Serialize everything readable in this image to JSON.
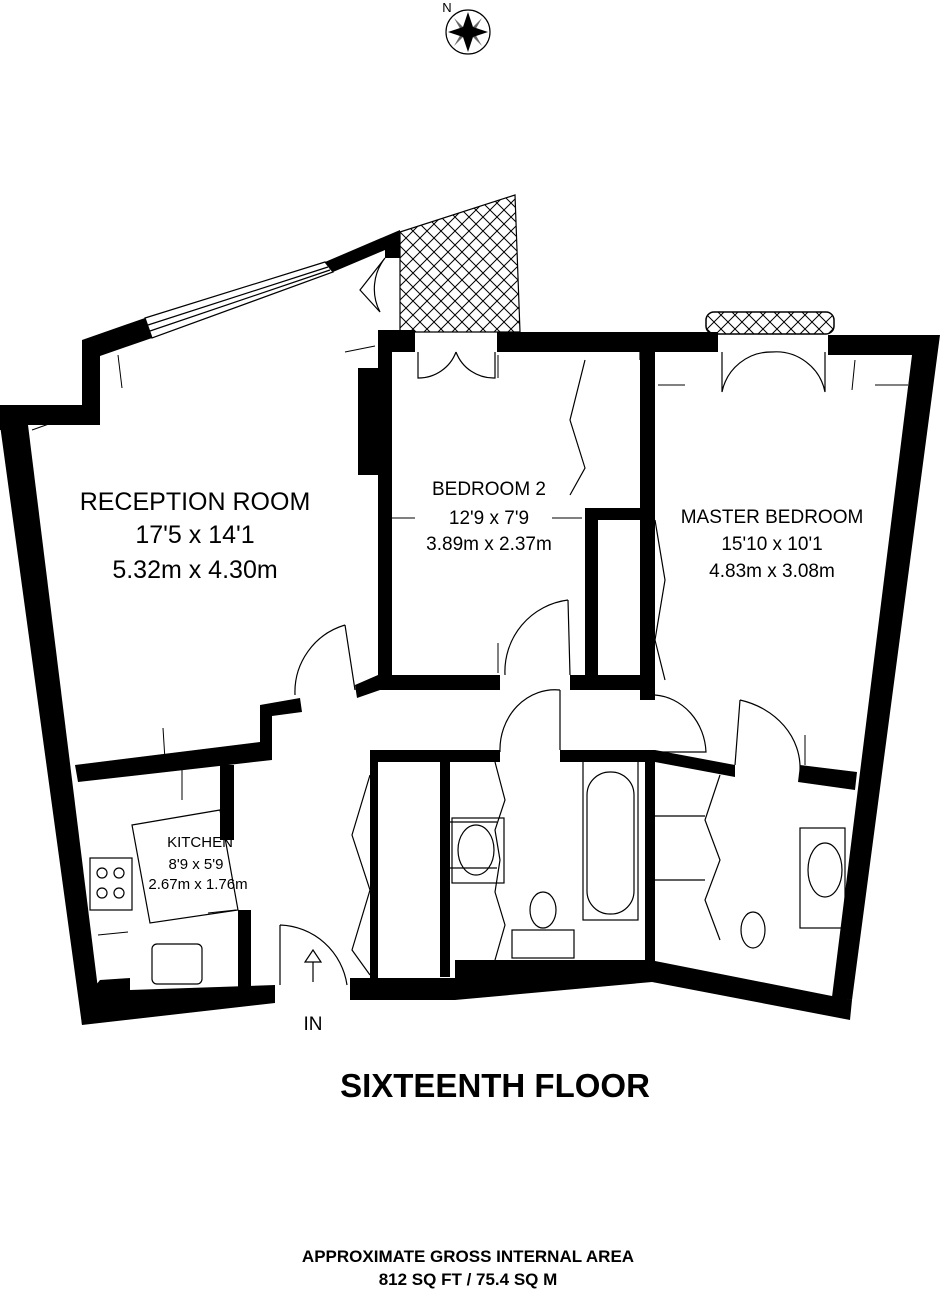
{
  "compass": {
    "north_label": "N"
  },
  "rooms": {
    "reception": {
      "name": "RECEPTION ROOM",
      "imperial": "17'5 x 14'1",
      "metric": "5.32m x 4.30m"
    },
    "bedroom2": {
      "name": "BEDROOM 2",
      "imperial": "12'9 x 7'9",
      "metric": "3.89m x 2.37m"
    },
    "master": {
      "name": "MASTER BEDROOM",
      "imperial": "15'10 x 10'1",
      "metric": "4.83m x 3.08m"
    },
    "kitchen": {
      "name": "KITCHEN",
      "imperial": "8'9 x 5'9",
      "metric": "2.67m x 1.76m"
    }
  },
  "entrance_label": "IN",
  "floor_title": "SIXTEENTH FLOOR",
  "area": {
    "line1": "APPROXIMATE GROSS INTERNAL AREA",
    "line2": "812 SQ FT / 75.4 SQ M"
  }
}
